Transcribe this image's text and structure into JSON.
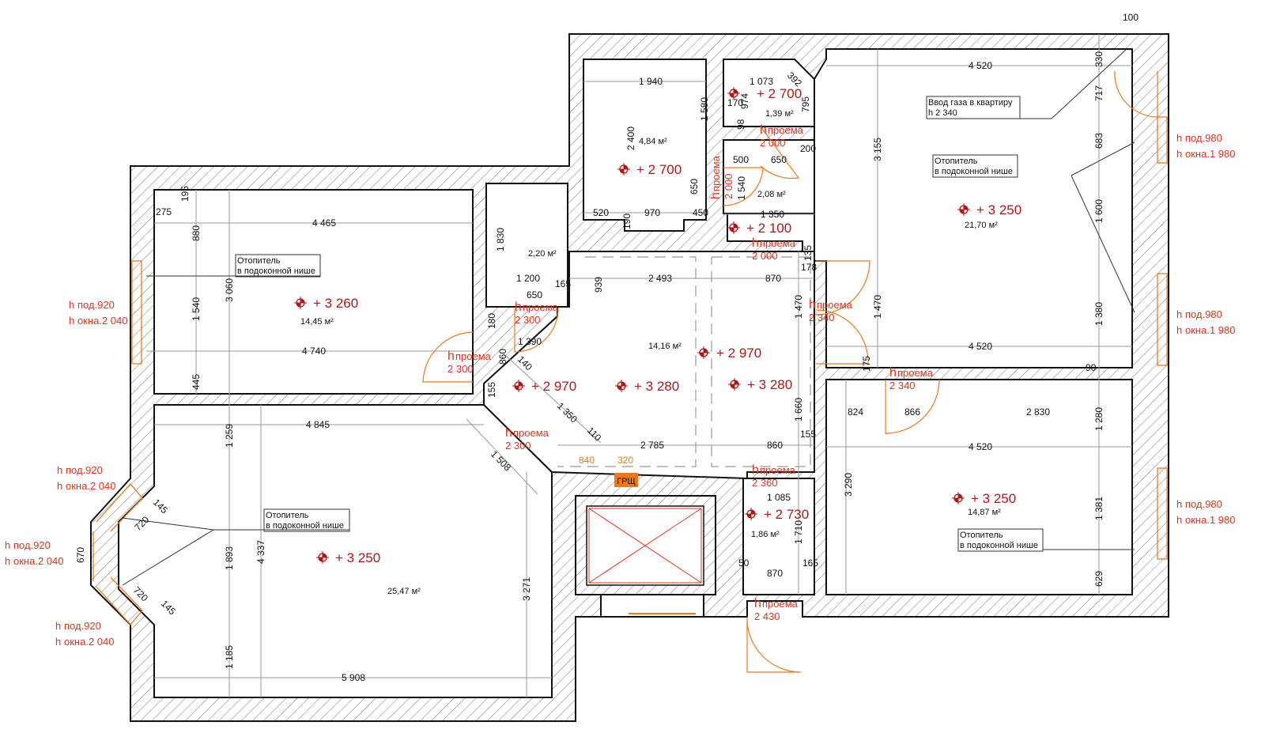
{
  "plan": {
    "areas": [
      "14,45 м²",
      "25,47 м²",
      "2,20 м²",
      "4,84 м²",
      "1,39 м²",
      "2,08 м²",
      "14,16 м²",
      "21,70 м²",
      "14,87 м²",
      "1,86 м²"
    ],
    "levels": [
      "+ 3 260",
      "+ 3 250",
      "+ 2 700",
      "+ 2 700",
      "+ 2 100",
      "+ 2 970",
      "+ 3 280",
      "+ 2 970",
      "+ 3 280",
      "+ 3 250",
      "+ 3 250",
      "+ 2 730"
    ],
    "openings": {
      "label_h": "h",
      "label_sub": "проема",
      "values": [
        "2 300",
        "2 300",
        "2 300",
        "2 000",
        "2 000",
        "2 000",
        "2 340",
        "2 340",
        "2 360",
        "2 430"
      ]
    },
    "windows": {
      "h": "h",
      "sill_sub_left": "под.920",
      "win_sub_left": "окна.2 040",
      "sill_sub_right": "под.980",
      "win_sub_right": "окна.1 980"
    },
    "notes": {
      "heater_line1": "Отопитель",
      "heater_line2": "в подоконной нише",
      "gas_line1": "Ввод газа в квартиру",
      "gas_line2": "h 2 340",
      "panel": "ГРЩ"
    },
    "dims": [
      "100",
      "4 520",
      "330",
      "717",
      "683",
      "1 600",
      "1 380",
      "90",
      "1 280",
      "1 381",
      "629",
      "4 520",
      "4 520",
      "2 830",
      "824",
      "866",
      "3 155",
      "1 470",
      "1 470",
      "3 290",
      "1 660",
      "155",
      "860",
      "1 085",
      "1 710",
      "50",
      "870",
      "165",
      "175",
      "178",
      "135",
      "870",
      "2 493",
      "939",
      "1 940",
      "2 400",
      "1 580",
      "650",
      "520",
      "970",
      "450",
      "190",
      "1 073",
      "974",
      "392",
      "795",
      "170",
      "98",
      "500",
      "650",
      "200",
      "1 540",
      "1 350",
      "1 830",
      "1 200",
      "165",
      "650",
      "180",
      "1 390",
      "860",
      "140",
      "155",
      "1 350",
      "110",
      "1 508",
      "2 785",
      "840",
      "320",
      "4 465",
      "195",
      "275",
      "880",
      "1 540",
      "3 060",
      "4 740",
      "445",
      "4 845",
      "1 259",
      "1 893",
      "4 337",
      "3 271",
      "1 185",
      "5 908",
      "145",
      "720",
      "670",
      "720",
      "145"
    ],
    "colors": {
      "wall": "#111111",
      "level": "#b01818",
      "opening": "#e8301c",
      "door": "#f07818",
      "panel": "#f07818"
    }
  }
}
